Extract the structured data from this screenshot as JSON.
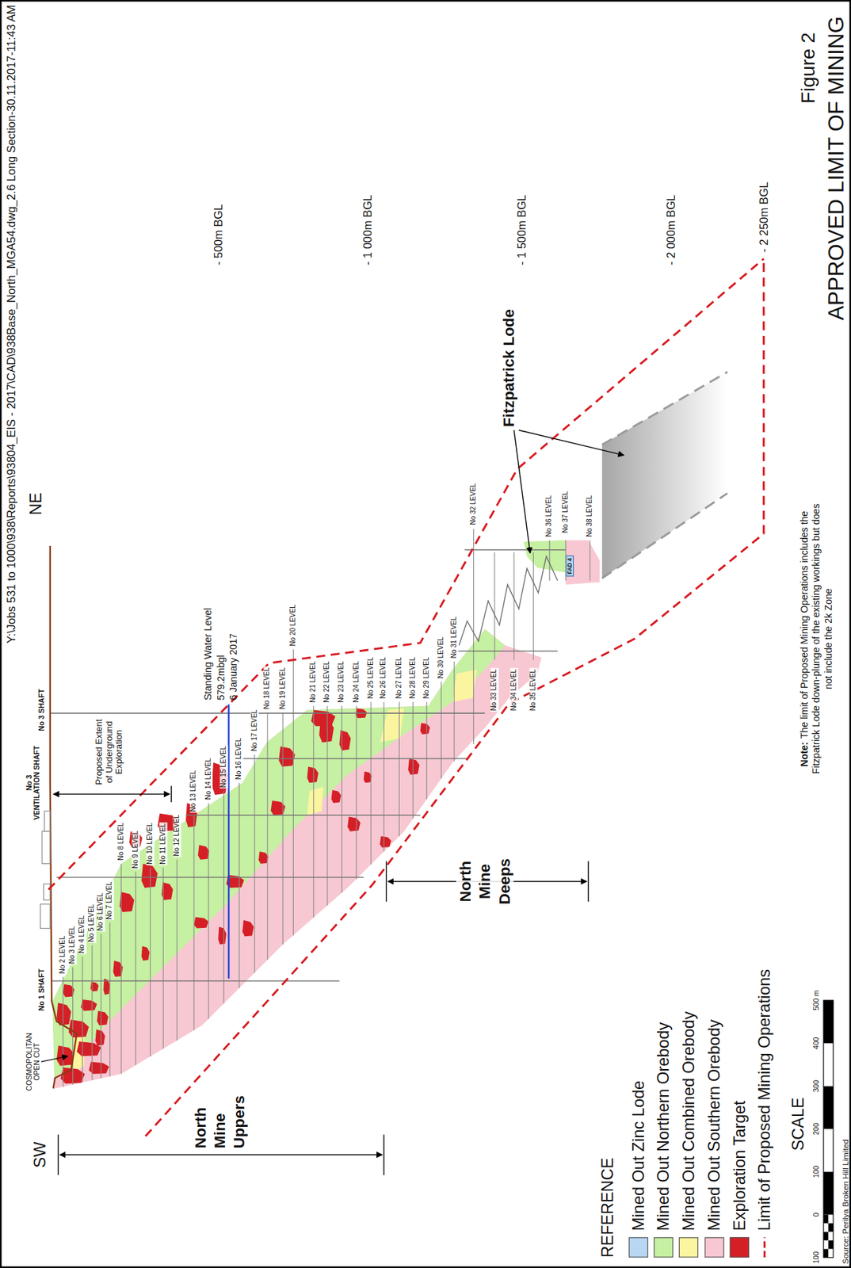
{
  "diagram": {
    "title": "APPROVED LIMIT OF MINING",
    "labels": [
      "Y:\\Jobs 531 to 1000\\938\\Reports\\93804_EIS - 2017\\CAD\\938Base_North_MGA54.dwg_2.6 Long Section-30.11.2017-11:43 AM",
      "SW",
      "NE",
      "COSMOPOLITAN",
      "OPEN CUT",
      "No 1 SHAFT",
      "No 3",
      "VENTILATION SHAFT",
      "No 3 SHAFT",
      "Proposed Extent of Underground Exploration",
      "Standing Water Level",
      "579.2mbgl",
      "6 January 2017",
      "No 2 LEVEL",
      "No 3 LEVEL",
      "No 4 LEVEL",
      "No 5 LEVEL",
      "No 6 LEVEL",
      "No 7 LEVEL",
      "No 8 LEVEL",
      "No 9 LEVEL",
      "No 10 LEVEL",
      "No 11 LEVEL",
      "No 12 LEVEL",
      "No 13 LEVEL",
      "No 14 LEVEL",
      "No 15 LEVEL",
      "No 16 LEVEL",
      "No 17 LEVEL",
      "No 18 LEVEL",
      "No 19 LEVEL",
      "No 20 LEVEL",
      "No 21 LEVEL",
      "No 22 LEVEL",
      "No 23 LEVEL",
      "No 24 LEVEL",
      "No 25 LEVEL",
      "No 26 LEVEL",
      "No 27 LEVEL",
      "No 28 LEVEL",
      "No 29 LEVEL",
      "No 30 LEVEL",
      "No 31 LEVEL",
      "No 32 LEVEL",
      "No 33 LEVEL",
      "No 34 LEVEL",
      "No 35 LEVEL",
      "No 36 LEVEL",
      "No 37 LEVEL",
      "No 38 LEVEL",
      "FAD 4",
      "Fitzpatrick Lode",
      "North Mine Uppers",
      "North Mine Deeps",
      "- 500m BGL",
      "- 1 000m BGL",
      "- 1 500m BGL",
      "- 2 000m BGL",
      "- 2 250m BGL",
      "Figure 2",
      "Note:",
      "The limit of Proposed Mining Operations includes the Fitzpatrick Lode down-plunge of the existing workings but does not include the 2k Zone",
      "REFERENCE",
      "SCALE",
      "100",
      "0",
      "100",
      "200",
      "300",
      "400",
      "500 m",
      "Source: Perilya Broken Hill Limited"
    ],
    "legend": [
      {
        "text": "Mined Out Zinc Lode",
        "color": "#b7d7f2"
      },
      {
        "text": "Mined Out Northern Orebody",
        "color": "#c6f0a2"
      },
      {
        "text": "Mined Out Combined Orebody",
        "color": "#fbf5a0"
      },
      {
        "text": "Mined Out Southern Orebody",
        "color": "#f8c8d2"
      },
      {
        "text": "Exploration Target",
        "color": "#d51f26"
      },
      {
        "text": "Limit of Proposed Mining Operations"
      }
    ]
  }
}
